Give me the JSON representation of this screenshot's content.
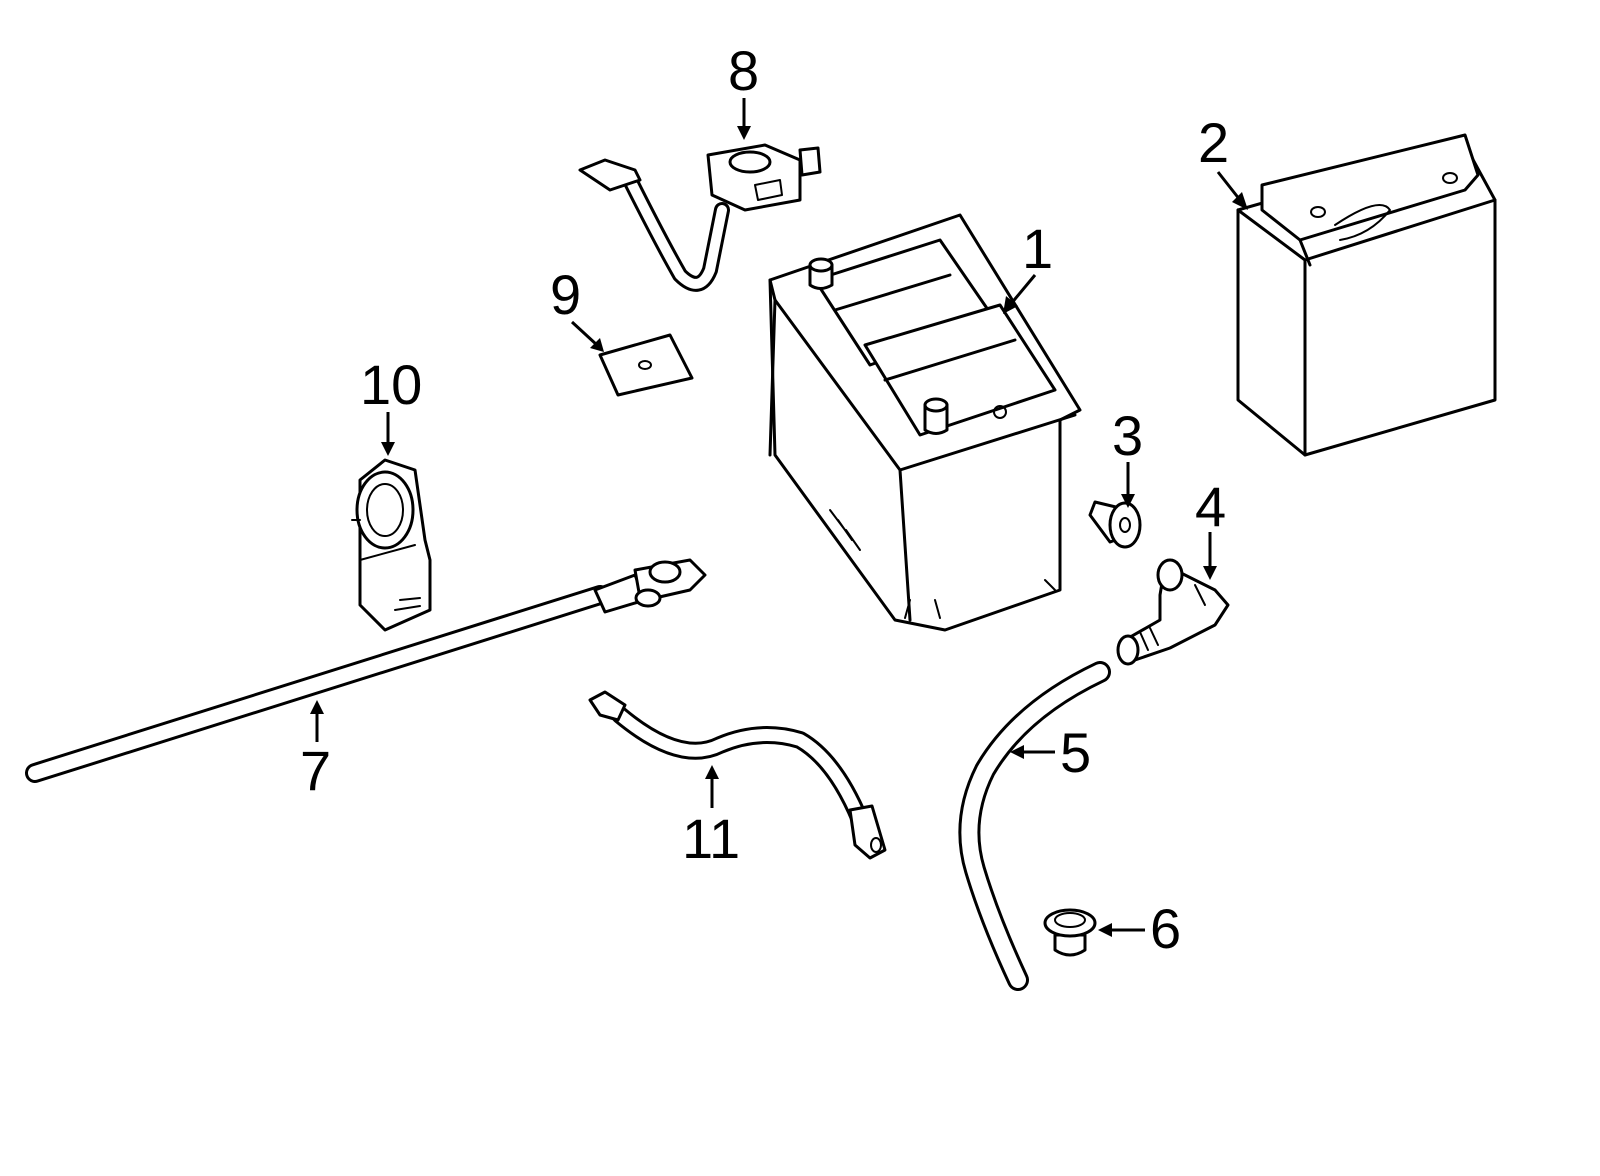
{
  "callouts": [
    {
      "id": "1",
      "label": "1",
      "part": "battery"
    },
    {
      "id": "2",
      "label": "2",
      "part": "auxiliary-battery"
    },
    {
      "id": "3",
      "label": "3",
      "part": "vent-plug"
    },
    {
      "id": "4",
      "label": "4",
      "part": "vent-elbow-connector"
    },
    {
      "id": "5",
      "label": "5",
      "part": "vent-hose"
    },
    {
      "id": "6",
      "label": "6",
      "part": "grommet"
    },
    {
      "id": "7",
      "label": "7",
      "part": "positive-cable"
    },
    {
      "id": "8",
      "label": "8",
      "part": "terminal-cable-with-sensor"
    },
    {
      "id": "9",
      "label": "9",
      "part": "insulator-pad"
    },
    {
      "id": "10",
      "label": "10",
      "part": "terminal-cover"
    },
    {
      "id": "11",
      "label": "11",
      "part": "ground-cable"
    }
  ],
  "colors": {
    "line": "#000000",
    "background": "#ffffff"
  }
}
